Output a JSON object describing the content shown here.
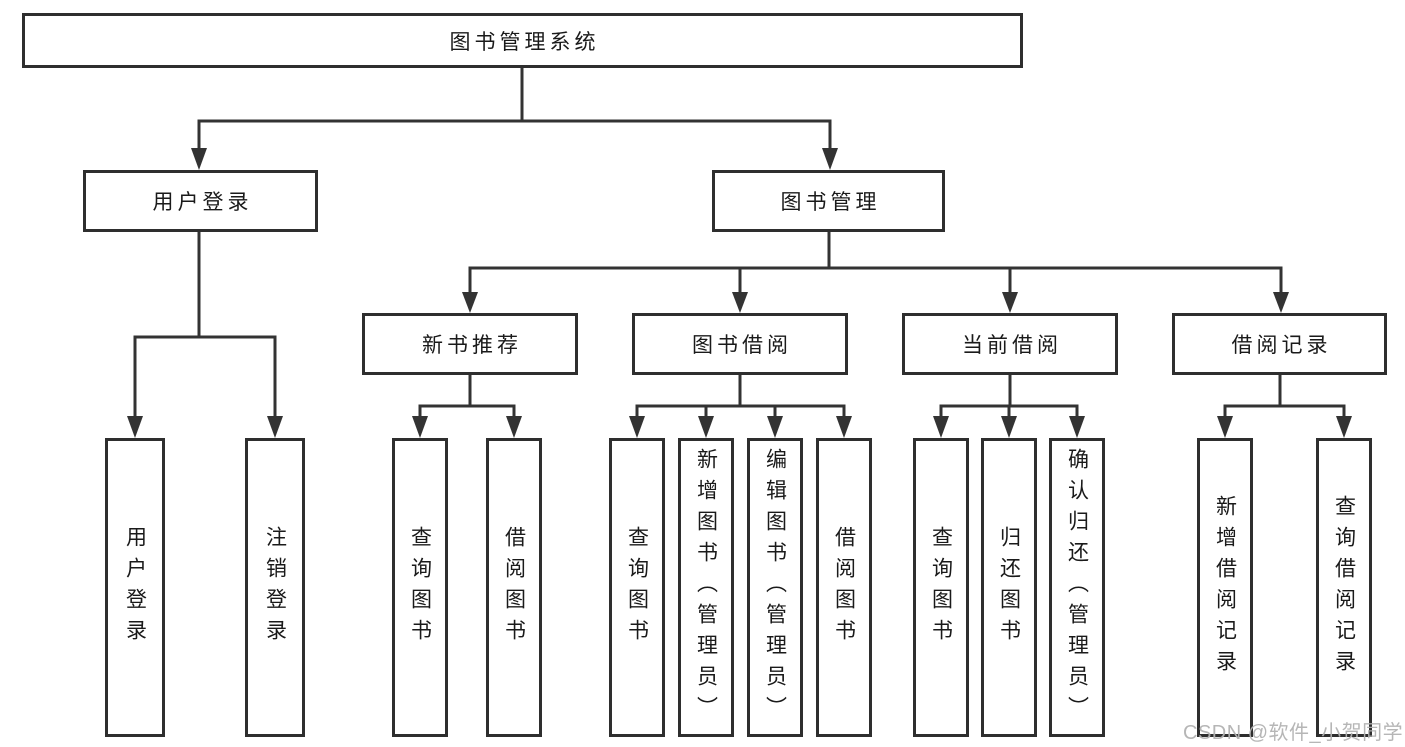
{
  "nodes": {
    "root": "图书管理系统",
    "user_login": "用户登录",
    "book_mgmt": "图书管理",
    "new_books": "新书推荐",
    "book_borrow": "图书借阅",
    "current_borrow": "当前借阅",
    "borrow_records": "借阅记录",
    "ul_login": "用户登录",
    "ul_logout": "注销登录",
    "nb_query": "查询图书",
    "nb_borrow": "借阅图书",
    "bb_query": "查询图书",
    "bb_add": "新增图书（管理员）",
    "bb_edit": "编辑图书（管理员）",
    "bb_borrow": "借阅图书",
    "cb_query": "查询图书",
    "cb_return": "归还图书",
    "cb_confirm": "确认归还（管理员）",
    "br_add": "新增借阅记录",
    "br_query": "查询借阅记录"
  },
  "colors": {
    "line": "#333333",
    "text": "#1a1a1a",
    "watermark": "#b2b2b2"
  },
  "watermark": "CSDN @软件_小贺同学"
}
